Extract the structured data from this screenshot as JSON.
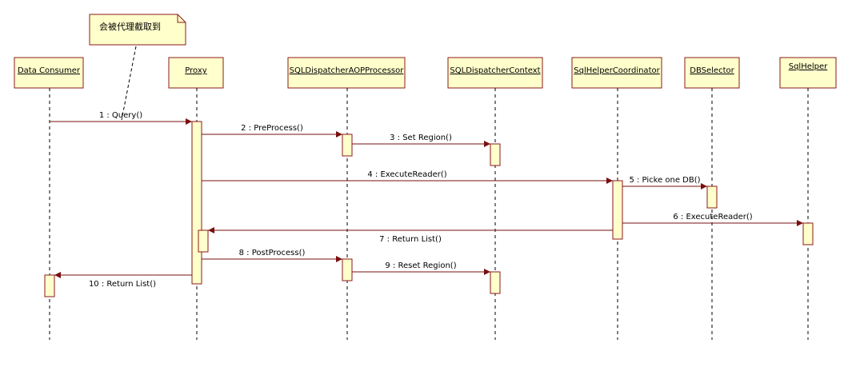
{
  "colors": {
    "box_fill": "#ffffcc",
    "box_stroke": "#8b1a1a",
    "message_line": "#7a0f0f",
    "lifeline": "#000000"
  },
  "note": {
    "text": "会被代理截取到"
  },
  "objects": [
    {
      "id": "consumer",
      "name": "Data Consumer"
    },
    {
      "id": "proxy",
      "name": "Proxy"
    },
    {
      "id": "aop",
      "name": "SQLDispatcherAOPProcessor"
    },
    {
      "id": "context",
      "name": "SQLDispatcherContext"
    },
    {
      "id": "coord",
      "name": "SqlHelperCoordinator"
    },
    {
      "id": "selector",
      "name": "DBSelector"
    },
    {
      "id": "sqlhelper",
      "name": "SqlHelper"
    }
  ],
  "messages": [
    {
      "from": "consumer",
      "to": "proxy",
      "label": "1 : Query()",
      "kind": "call"
    },
    {
      "from": "proxy",
      "to": "aop",
      "label": "2 : PreProcess()",
      "kind": "call"
    },
    {
      "from": "aop",
      "to": "context",
      "label": "3 : Set Region()",
      "kind": "call"
    },
    {
      "from": "proxy",
      "to": "coord",
      "label": "4 : ExecuteReader()",
      "kind": "call"
    },
    {
      "from": "coord",
      "to": "selector",
      "label": "5 : Picke one DB()",
      "kind": "call"
    },
    {
      "from": "coord",
      "to": "sqlhelper",
      "label": "6 : ExecuteReader()",
      "kind": "call"
    },
    {
      "from": "coord",
      "to": "proxy",
      "label": "7 : Return List()",
      "kind": "return"
    },
    {
      "from": "proxy",
      "to": "aop",
      "label": "8 : PostProcess()",
      "kind": "call"
    },
    {
      "from": "aop",
      "to": "context",
      "label": "9 : Reset Region()",
      "kind": "call"
    },
    {
      "from": "proxy",
      "to": "consumer",
      "label": "10 : Return List()",
      "kind": "return"
    }
  ]
}
